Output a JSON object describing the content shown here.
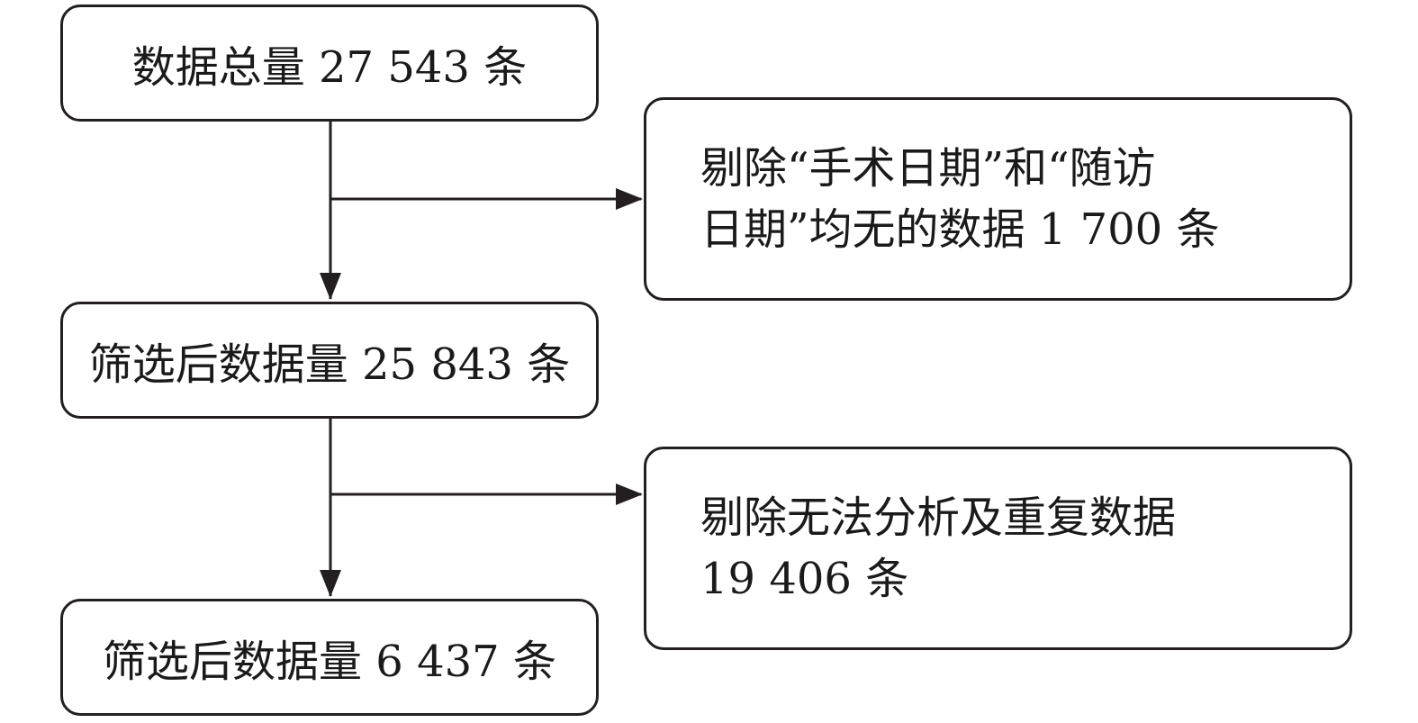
{
  "flowchart": {
    "nodes": {
      "total": {
        "text": "数据总量 27 543 条"
      },
      "exclude_1": {
        "line1": "剔除“手术日期”和“随访",
        "line2": "日期”均无的数据 1 700 条"
      },
      "filtered_1": {
        "text": "筛选后数据量 25 843 条"
      },
      "exclude_2": {
        "line1": "剔除无法分析及重复数据",
        "line2": "19 406 条"
      },
      "filtered_2": {
        "text": "筛选后数据量 6 437 条"
      }
    },
    "colors": {
      "stroke": "#231f20",
      "text": "#1a1a1a",
      "background": "#ffffff"
    }
  }
}
